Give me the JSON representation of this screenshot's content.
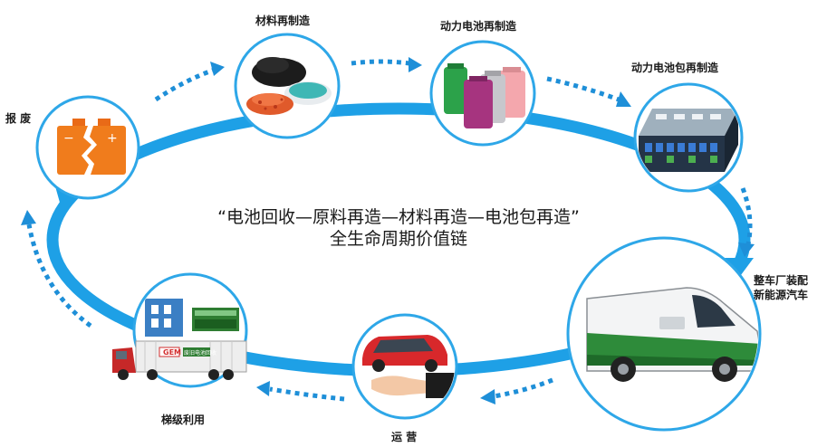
{
  "diagram": {
    "center_line1": "“电池回收—原料再造—材料再造—电池包再造”",
    "center_line2": "全生命周期价值链",
    "nodes": {
      "scrap": "报 废",
      "material": "材料再制造",
      "cell": "动力电池再制造",
      "pack": "动力电池包再制造",
      "vehicle_line1": "整车厂装配",
      "vehicle_line2": "新能源汽车",
      "operation": "运 营",
      "cascade": "梯级利用"
    },
    "truck_logo_text": "GEM",
    "truck_side_text": "废旧电池回收"
  },
  "colors": {
    "ring_blue": "#1ea0e6",
    "arrow_blue": "#1e8fd8",
    "node_border": "#2ea7e8"
  }
}
